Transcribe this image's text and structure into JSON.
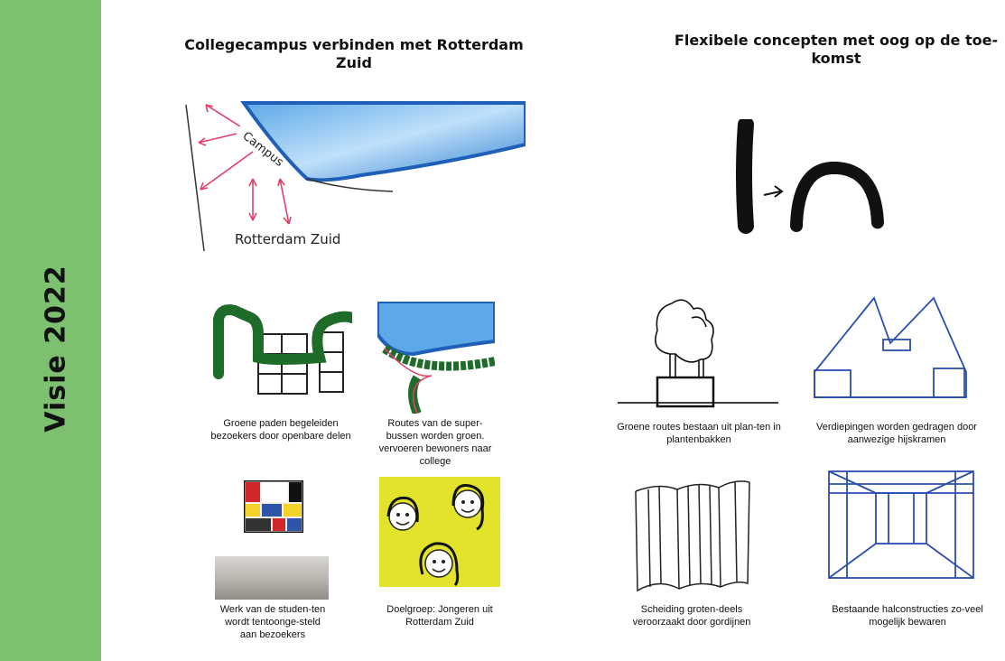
{
  "sidebar": {
    "title": "Visie 2022"
  },
  "left_column": {
    "heading": "Collegecampus verbinden met Rotterdam Zuid",
    "map_labels": {
      "campus": "Campus",
      "rotterdam_zuid": "Rotterdam Zuid"
    },
    "captions": [
      "Groene paden begeleiden bezoekers door openbare delen",
      "Routes van de super-bussen worden groen. vervoeren bewoners naar college",
      "Werk van de studen-ten wordt tentoonge-steld aan bezoekers",
      "Doelgroep: Jongeren uit Rotterdam Zuid"
    ]
  },
  "right_column": {
    "heading": "Flexibele concepten met oog op de toe-komst",
    "captions": [
      "Groene routes bestaan uit plan-ten in plantenbakken",
      "Verdiepingen worden gedragen door aanwezige hijskramen",
      "Scheiding groten-deels veroorzaakt door gordijnen",
      "Bestaande halconstructies zo-veel mogelijk bewaren"
    ]
  },
  "colors": {
    "sidebar": "#7dc070",
    "water_blue": "#2f7fd0",
    "green": "#1e6b2a",
    "pink": "#e0406a",
    "sketch_blue": "#2a4fb0"
  }
}
